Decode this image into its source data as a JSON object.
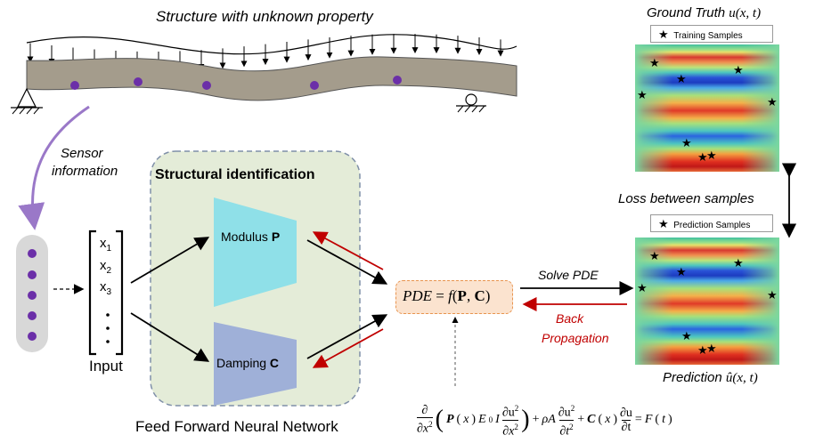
{
  "structure_title": "Structure with unknown property",
  "sensor_label_line1": "Sensor",
  "sensor_label_line2": "information",
  "structural_id_title": "Structural identification",
  "modulus_label": "Modulus",
  "modulus_symbol": "P",
  "damping_label": "Damping",
  "damping_symbol": "C",
  "input_vector": [
    "x1",
    "x2",
    "x3"
  ],
  "input_label": "Input",
  "ffnn_label": "Feed Forward Neural Network",
  "pde_formula": "PDE = f(P, C)",
  "solve_pde_label": "Solve PDE",
  "back_prop_line1": "Back",
  "back_prop_line2": "Propagation",
  "ground_truth_title": "Ground Truth u(x, t)",
  "training_samples_legend": "Training Samples",
  "loss_label": "Loss between samples",
  "prediction_samples_legend": "Prediction Samples",
  "prediction_title": "Prediction û(x, t)",
  "governing_equation": "∂²/∂x² ( P(x) E₀ I ∂²u/∂x² ) + ρA ∂²u/∂t² + C(x) ∂u/∂t = F(t)",
  "colors": {
    "beam": "#a49c8c",
    "sensor_dot": "#6b2fa8",
    "purple_arrow": "#9a78c8",
    "green_box": "#e4ecd8",
    "modulus_fill": "#8fe0e8",
    "damping_fill": "#9fb0d8",
    "pde_fill": "#fbe3cf",
    "red_arrow": "#c00000",
    "back_prop_text": "#c00000"
  }
}
